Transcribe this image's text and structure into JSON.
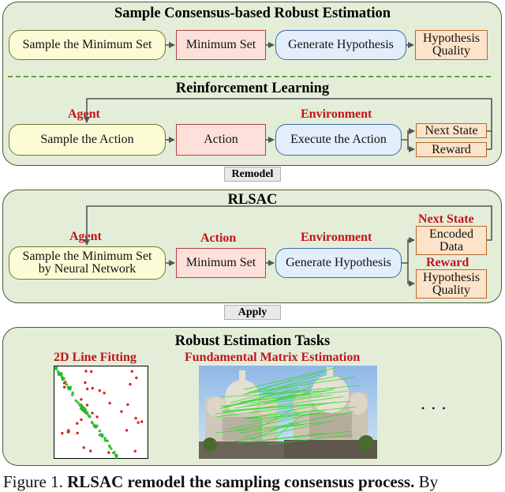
{
  "section1": {
    "title": "Sample Consensus-based Robust Estimation",
    "box_sample": "Sample the Minimum Set",
    "box_minset": "Minimum Set",
    "box_generate": "Generate Hypothesis",
    "box_quality_l1": "Hypothesis",
    "box_quality_l2": "Quality"
  },
  "section2": {
    "title": "Reinforcement Learning",
    "agent_label": "Agent",
    "environment_label": "Environment",
    "box_sample_action": "Sample the Action",
    "box_action": "Action",
    "box_execute": "Execute the Action",
    "box_next_state": "Next State",
    "box_reward": "Reward"
  },
  "remodel_label": "Remodel",
  "section3": {
    "title": "RLSAC",
    "agent_label": "Agent",
    "action_label": "Action",
    "environment_label": "Environment",
    "next_state_label": "Next State",
    "reward_label": "Reward",
    "box_sample_l1": "Sample the Minimum Set",
    "box_sample_l2": "by Neural Network",
    "box_minset": "Minimum Set",
    "box_generate": "Generate Hypothesis",
    "box_encoded_l1": "Encoded",
    "box_encoded_l2": "Data",
    "box_quality_l1": "Hypothesis",
    "box_quality_l2": "Quality"
  },
  "apply_label": "Apply",
  "section4": {
    "title": "Robust Estimation Tasks",
    "task1_label": "2D Line Fitting",
    "task2_label": "Fundamental Matrix Estimation",
    "ellipsis": "• • •"
  },
  "caption": {
    "prefix": "Figure 1.",
    "bold": "RLSAC remodel the sampling consensus process.",
    "suffix": "By"
  },
  "colors": {
    "panel_bg": "#e4edd8",
    "agent_red": "#c0141a",
    "dash_green": "#5aa33a",
    "line_green": "#22dd22",
    "point_red": "#e02020"
  }
}
